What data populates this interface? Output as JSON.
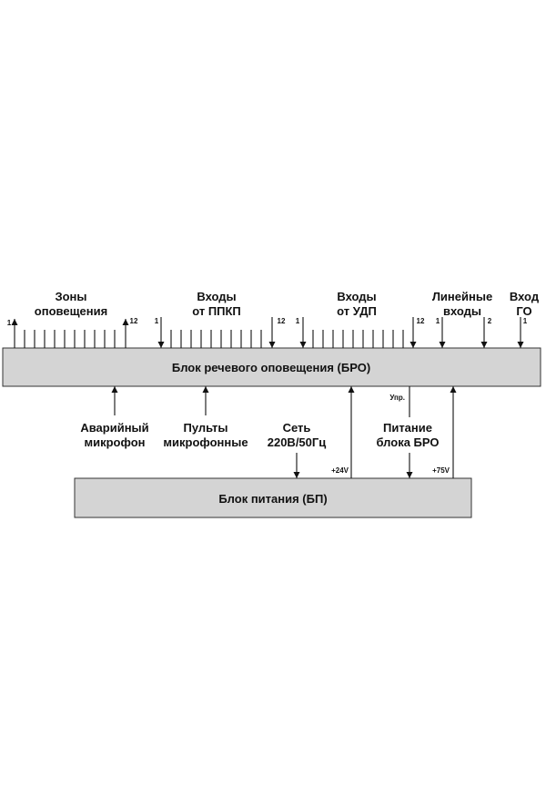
{
  "colors": {
    "box_fill": "#d4d4d4",
    "ink": "#111111",
    "background": "#ffffff"
  },
  "blocks": {
    "bro": "Блок речевого оповещения (БРО)",
    "bp": "Блок  питания (БП)"
  },
  "top_groups": {
    "zones": {
      "line1": "Зоны",
      "line2": "оповещения",
      "first": "1",
      "last": "12"
    },
    "ppkp": {
      "line1": "Входы",
      "line2": "от ППКП",
      "first": "1",
      "last": "12"
    },
    "udp": {
      "line1": "Входы",
      "line2": "от УДП",
      "first": "1",
      "last": "12"
    },
    "line_inputs": {
      "line1": "Линейные",
      "line2": "входы",
      "first": "1",
      "last": "2"
    },
    "go_input": {
      "line1": "Вход",
      "line2": "ГО",
      "num": "1"
    }
  },
  "bottom_labels": {
    "emergency_mic": {
      "line1": "Аварийный",
      "line2": "микрофон"
    },
    "mic_panels": {
      "line1": "Пульты",
      "line2": "микрофонные"
    },
    "mains": {
      "line1": "Сеть",
      "line2": "220В/50Гц"
    },
    "bro_power": {
      "line1": "Питание",
      "line2": "блока БРО"
    },
    "control": "Упр.",
    "v24": "+24V",
    "v75": "+75V"
  }
}
